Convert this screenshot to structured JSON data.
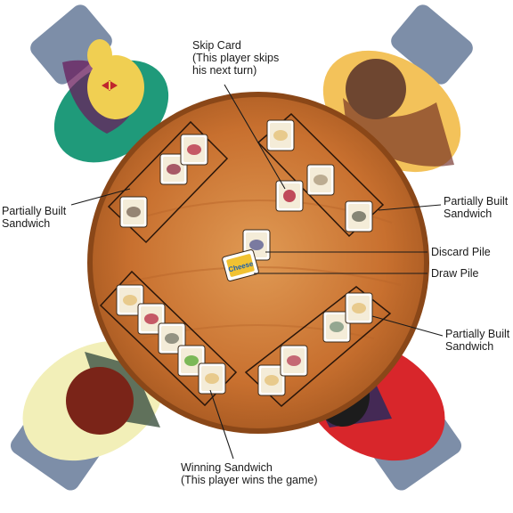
{
  "labels": {
    "skip_card": {
      "line1": "Skip Card",
      "line2": "(This player skips",
      "line3": "his next turn)"
    },
    "partial_left": {
      "line1": "Partially Built",
      "line2": "Sandwich"
    },
    "partial_right_top": {
      "line1": "Partially Built",
      "line2": "Sandwich"
    },
    "discard_pile": "Discard Pile",
    "draw_pile": "Draw Pile",
    "partial_right_bottom": {
      "line1": "Partially Built",
      "line2": "Sandwich"
    },
    "winning_sandwich": {
      "line1": "Winning Sandwich",
      "line2": "(This player wins the game)"
    }
  },
  "draw_pile_card_text": "Cheese",
  "colors": {
    "table": "#c8702f",
    "table_rim": "#8a4718",
    "chair": "#7d8ea8",
    "player_top_left_shirt": "#1f9a7a",
    "player_top_right_shirt": "#f3c25a",
    "player_bottom_left_shirt": "#f2efb8",
    "player_bottom_right_shirt": "#d8262b"
  }
}
